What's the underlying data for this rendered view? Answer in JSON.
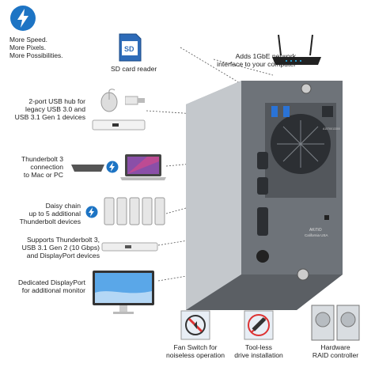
{
  "tagline": {
    "line1": "More Speed.",
    "line2": "More Pixels.",
    "line3": "More Possibilities."
  },
  "callouts": {
    "sd_card": {
      "line1": "SD card reader"
    },
    "network": {
      "line1": "Adds 1GbE network",
      "line2": "interface to your computer"
    },
    "usb_hub": {
      "line1": "2-port USB hub for",
      "line2": "legacy USB 3.0 and",
      "line3": "USB 3.1 Gen 1 devices"
    },
    "tb3": {
      "line1": "Thunderbolt 3",
      "line2": "connection",
      "line3": "to Mac or PC"
    },
    "daisy": {
      "line1": "Daisy chain",
      "line2": "up to 5 additional",
      "line3": "Thunderbolt devices"
    },
    "supports": {
      "line1": "Supports Thunderbolt 3,",
      "line2": "USB 3.1 Gen 2 (10 Gbps)",
      "line3": "and DisplayPort devices"
    },
    "displayport": {
      "line1": "Dedicated DisplayPort",
      "line2": "for additional monitor"
    },
    "fan": {
      "line1": "Fan Switch for",
      "line2": "noiseless operation"
    },
    "toolless": {
      "line1": "Tool-less",
      "line2": "drive installation"
    },
    "raid": {
      "line1": "Hardware",
      "line2": "RAID controller"
    }
  },
  "device_text": {
    "sd_label": "SD",
    "brand": "AKiTiO",
    "origin": "California USA",
    "mac_model": "A1570013300"
  },
  "colors": {
    "accent_blue": "#1d74c4",
    "chassis": "#8d9196",
    "chassis_dark": "#3c3f44",
    "usb_blue": "#2a73d6"
  }
}
